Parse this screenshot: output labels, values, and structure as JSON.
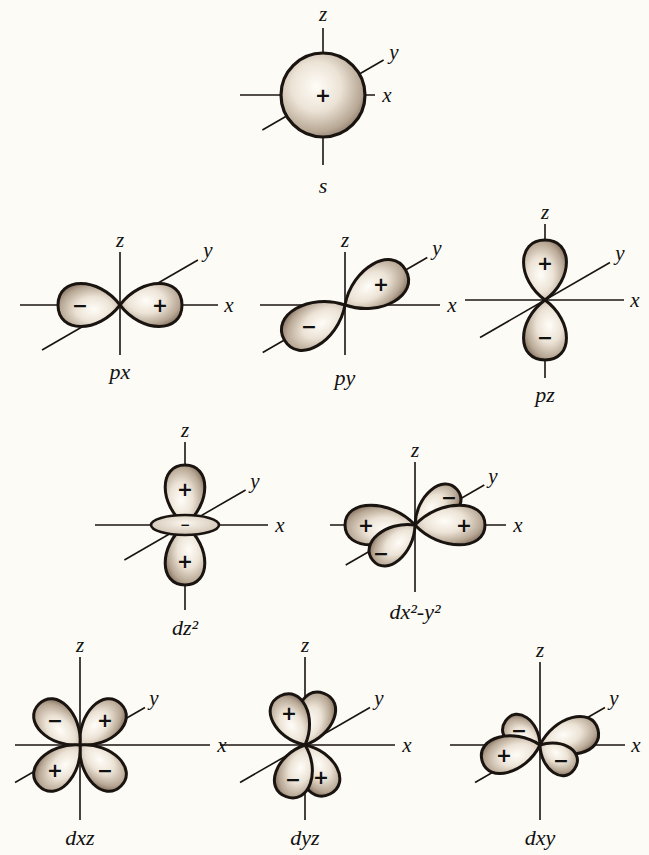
{
  "diagram": {
    "labels": [
      "z",
      "y",
      "x",
      "+",
      "s",
      "z",
      "y",
      "x",
      "−",
      "+",
      "px",
      "z",
      "y",
      "x",
      "+",
      "−",
      "py",
      "z",
      "y",
      "x",
      "+",
      "−",
      "pz",
      "z",
      "y",
      "x",
      "+",
      "−",
      "+",
      "dz²",
      "z",
      "y",
      "x",
      "−",
      "+",
      "−",
      "+",
      "dx²-y²",
      "z",
      "y",
      "x",
      "−",
      "+",
      "+",
      "−",
      "dxz",
      "z",
      "y",
      "x",
      "+",
      "−",
      "+",
      "dyz",
      "z",
      "y",
      "x",
      "+",
      "−",
      "−",
      "dxy"
    ]
  }
}
